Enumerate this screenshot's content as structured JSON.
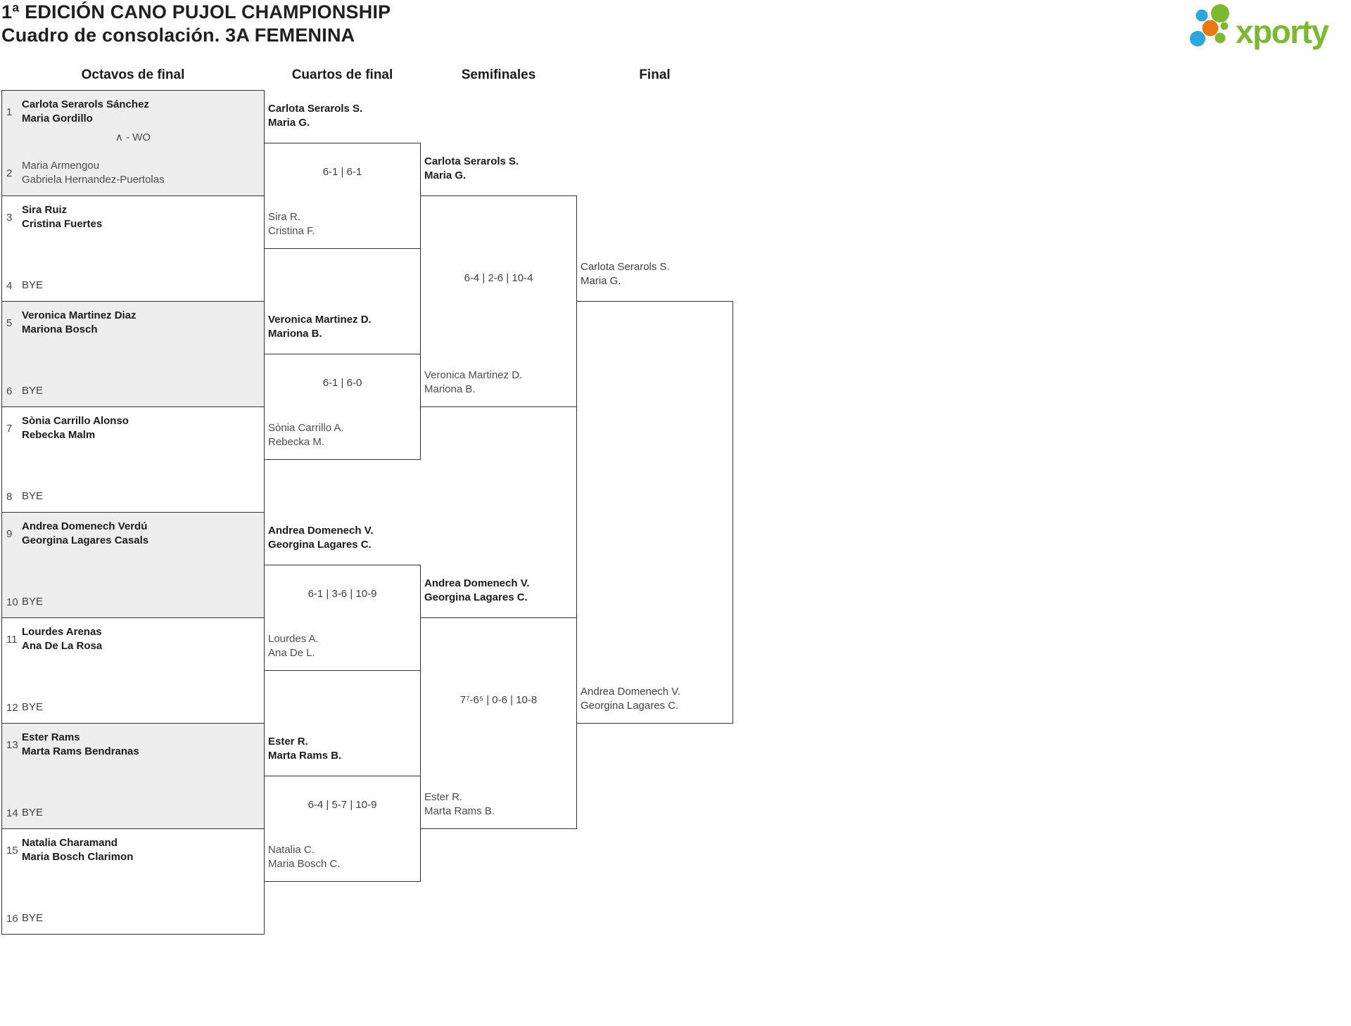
{
  "header": {
    "title": "1ª EDICIÓN CANO PUJOL CHAMPIONSHIP",
    "subtitle": "Cuadro de consolación. 3A FEMENINA",
    "logo_text": "xporty",
    "logo_colors": {
      "green": "#7BBA2E",
      "blue": "#2AA7DE",
      "orange": "#E97812"
    }
  },
  "round_headers": [
    "Octavos de final",
    "Cuartos de final",
    "Semifinales",
    "Final"
  ],
  "walkover_note": "∧ - WO",
  "round_of_16": {
    "entries": [
      {
        "seed": "1",
        "lines": [
          "Carlota Serarols Sánchez",
          "Maria Gordillo"
        ]
      },
      {
        "seed": "2",
        "lines": [
          "Maria Armengou",
          "Gabriela Hernandez-Puertolas"
        ]
      },
      {
        "seed": "3",
        "lines": [
          "Sira Ruiz",
          "Cristina Fuertes"
        ]
      },
      {
        "seed": "4",
        "lines": [
          "BYE"
        ]
      },
      {
        "seed": "5",
        "lines": [
          "Veronica Martinez Diaz",
          "Mariona Bosch"
        ]
      },
      {
        "seed": "6",
        "lines": [
          "BYE"
        ]
      },
      {
        "seed": "7",
        "lines": [
          "Sònia Carrillo Alonso",
          "Rebecka Malm"
        ]
      },
      {
        "seed": "8",
        "lines": [
          "BYE"
        ]
      },
      {
        "seed": "9",
        "lines": [
          "Andrea Domenech Verdú",
          "Georgina Lagares Casals"
        ]
      },
      {
        "seed": "10",
        "lines": [
          "BYE"
        ]
      },
      {
        "seed": "11",
        "lines": [
          "Lourdes Arenas",
          "Ana De La Rosa"
        ]
      },
      {
        "seed": "12",
        "lines": [
          "BYE"
        ]
      },
      {
        "seed": "13",
        "lines": [
          "Ester Rams",
          "Marta Rams Bendranas"
        ]
      },
      {
        "seed": "14",
        "lines": [
          "BYE"
        ]
      },
      {
        "seed": "15",
        "lines": [
          "Natalia Charamand",
          "Maria Bosch Clarimon"
        ]
      },
      {
        "seed": "16",
        "lines": [
          "BYE"
        ]
      }
    ]
  },
  "quarterfinals": [
    {
      "winner": [
        "Carlota Serarols S.",
        "Maria G."
      ],
      "score": "6-1 | 6-1",
      "loser": [
        "Sira R.",
        "Cristina F."
      ]
    },
    {
      "winner": [
        "Veronica Martinez D.",
        "Mariona B."
      ],
      "score": "6-1 | 6-0",
      "loser": [
        "Sònia Carrillo A.",
        "Rebecka M."
      ]
    },
    {
      "winner": [
        "Andrea Domenech V.",
        "Georgina Lagares C."
      ],
      "score": "6-1 | 3-6 | 10-9",
      "loser": [
        "Lourdes A.",
        "Ana De L."
      ]
    },
    {
      "winner": [
        "Ester R.",
        "Marta Rams B."
      ],
      "score": "6-4 | 5-7 | 10-9",
      "loser": [
        "Natalia C.",
        "Maria Bosch C."
      ]
    }
  ],
  "semifinals": [
    {
      "winner": [
        "Carlota Serarols S.",
        "Maria G."
      ],
      "score": "6-4 | 2-6 | 10-4",
      "loser": [
        "Veronica Martinez D.",
        "Mariona B."
      ]
    },
    {
      "winner": [
        "Andrea Domenech V.",
        "Georgina Lagares C."
      ],
      "score": "7⁷-6⁵ | 0-6 | 10-8",
      "loser": [
        "Ester R.",
        "Marta Rams B."
      ]
    }
  ],
  "final": {
    "top_team": [
      "Carlota Serarols S.",
      "Maria G."
    ],
    "bottom_team": [
      "Andrea Domenech V.",
      "Georgina Lagares C."
    ]
  }
}
